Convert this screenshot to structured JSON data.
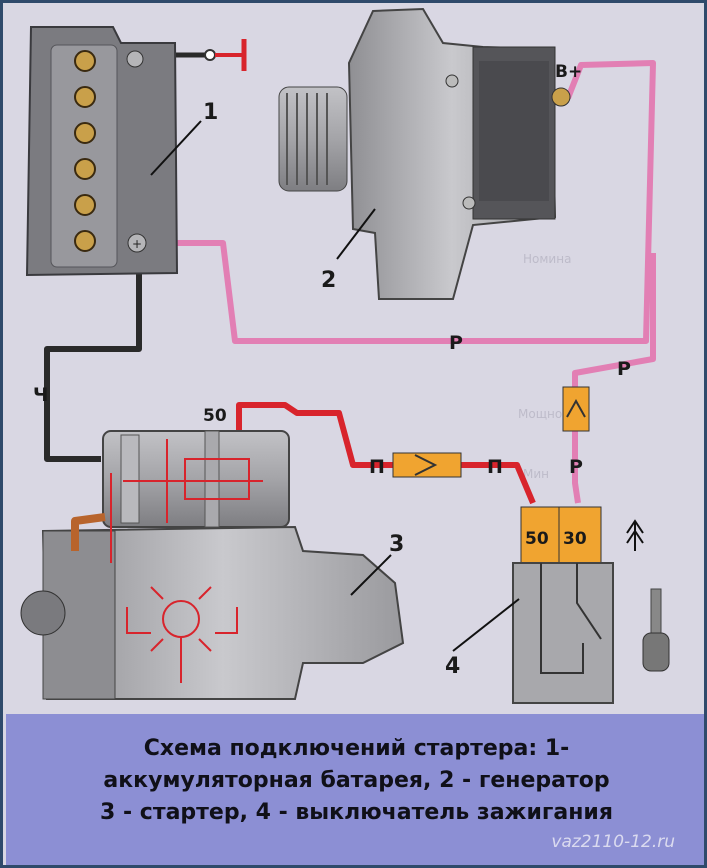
{
  "labels": {
    "battery_num": "1",
    "generator_num": "2",
    "starter_num": "3",
    "switch_num": "4",
    "terminal_b_plus": "В+",
    "wire_p1": "Р",
    "wire_p2": "Р",
    "wire_p3": "Р",
    "wire_ch": "Ч",
    "wire_pi1": "П",
    "wire_pi2": "П",
    "terminal_50_starter": "50",
    "switch_terminal_50": "50",
    "switch_terminal_30": "30"
  },
  "caption": {
    "line1": "Схема подключений стартера: 1-",
    "line2": "аккумуляторная батарея, 2 - генератор",
    "line3": "3 - стартер, 4 - выключатель зажигания"
  },
  "watermark": "vaz2110-12.ru",
  "colors": {
    "pink_wire": "#e27fb4",
    "red_wire": "#d8242c",
    "black_wire": "#2a2a2a",
    "fuse": "#f0a430",
    "caption_bg": "#8c8fd4"
  }
}
